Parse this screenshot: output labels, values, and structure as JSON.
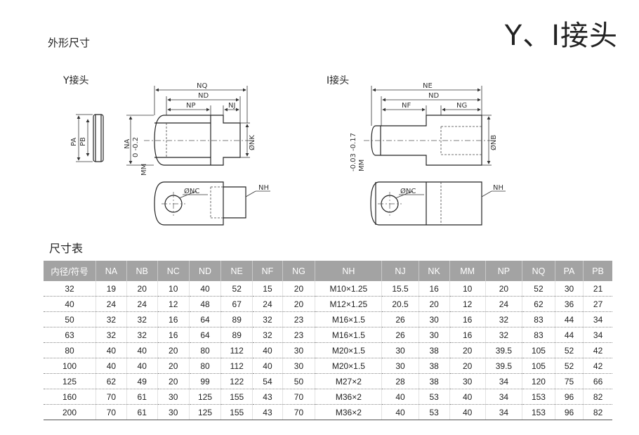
{
  "title": "Y、I接头",
  "outline_heading": "外形尺寸",
  "table_heading": "尺寸表",
  "y_joint": {
    "label": "Y接头",
    "dims": {
      "nq": "NQ",
      "nd": "ND",
      "np": "NP",
      "nj": "NJ",
      "nk": "ØNK",
      "na": "NA",
      "tol": "0 -0.2",
      "mm": "MM",
      "pa": "PA",
      "pb": "PB",
      "nc": "ØNC",
      "nh": "NH"
    }
  },
  "i_joint": {
    "label": "I接头",
    "dims": {
      "ne": "NE",
      "nd": "ND",
      "nf": "NF",
      "ng": "NG",
      "nb": "ØNB",
      "tol": "-0.03 -0.17",
      "mm": "MM",
      "nc": "ØNC",
      "nh": "NH"
    }
  },
  "table": {
    "headers": [
      "内径/符号",
      "NA",
      "NB",
      "NC",
      "ND",
      "NE",
      "NF",
      "NG",
      "NH",
      "NJ",
      "NK",
      "MM",
      "NP",
      "NQ",
      "PA",
      "PB"
    ],
    "rows": [
      [
        "32",
        "19",
        "20",
        "10",
        "40",
        "52",
        "15",
        "20",
        "M10×1.25",
        "15.5",
        "16",
        "10",
        "20",
        "52",
        "30",
        "21"
      ],
      [
        "40",
        "24",
        "24",
        "12",
        "48",
        "67",
        "24",
        "20",
        "M12×1.25",
        "20.5",
        "20",
        "12",
        "24",
        "62",
        "36",
        "27"
      ],
      [
        "50",
        "32",
        "32",
        "16",
        "64",
        "89",
        "32",
        "23",
        "M16×1.5",
        "26",
        "30",
        "16",
        "32",
        "83",
        "44",
        "34"
      ],
      [
        "63",
        "32",
        "32",
        "16",
        "64",
        "89",
        "32",
        "23",
        "M16×1.5",
        "26",
        "30",
        "16",
        "32",
        "83",
        "44",
        "34"
      ],
      [
        "80",
        "40",
        "40",
        "20",
        "80",
        "112",
        "40",
        "30",
        "M20×1.5",
        "30",
        "38",
        "20",
        "39.5",
        "105",
        "52",
        "42"
      ],
      [
        "100",
        "40",
        "40",
        "20",
        "80",
        "112",
        "40",
        "30",
        "M20×1.5",
        "30",
        "38",
        "20",
        "39.5",
        "105",
        "52",
        "42"
      ],
      [
        "125",
        "62",
        "49",
        "20",
        "99",
        "122",
        "54",
        "50",
        "M27×2",
        "28",
        "38",
        "30",
        "34",
        "120",
        "75",
        "66"
      ],
      [
        "160",
        "70",
        "61",
        "30",
        "125",
        "155",
        "43",
        "70",
        "M36×2",
        "40",
        "53",
        "40",
        "34",
        "153",
        "96",
        "82"
      ],
      [
        "200",
        "70",
        "61",
        "30",
        "125",
        "155",
        "43",
        "70",
        "M36×2",
        "40",
        "53",
        "40",
        "34",
        "153",
        "96",
        "82"
      ]
    ]
  }
}
